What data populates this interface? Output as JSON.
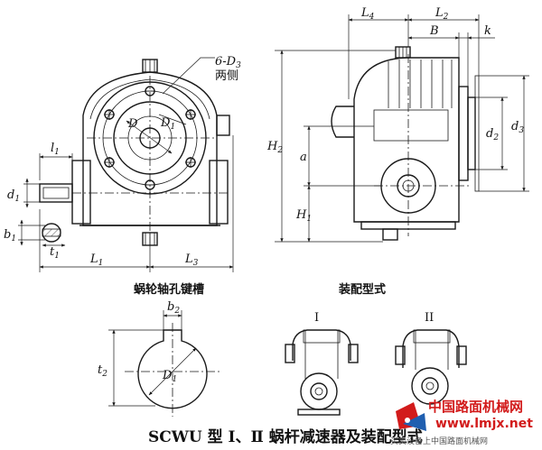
{
  "labels": {
    "six_d3": "6-D",
    "six_d3_sub": "3",
    "both_sides": "两侧",
    "D": "D",
    "D1": "D",
    "D1_sub": "1",
    "l1": "l",
    "l1_sub": "1",
    "d1": "d",
    "d1_sub": "1",
    "b1": "b",
    "b1_sub": "1",
    "t1": "t",
    "t1_sub": "1",
    "L1": "L",
    "L1_sub": "1",
    "L3": "L",
    "L3_sub": "3",
    "L4": "L",
    "L4_sub": "4",
    "L2": "L",
    "L2_sub": "2",
    "B": "B",
    "k": "k",
    "H2": "H",
    "H2_sub": "2",
    "a": "a",
    "H1": "H",
    "H1_sub": "1",
    "d2": "d",
    "d2_sub": "2",
    "d3": "d",
    "d3_sub": "3",
    "b2": "b",
    "b2_sub": "2",
    "t2": "t",
    "t2_sub": "2",
    "D1_hole": "D",
    "D1_hole_sub": "1",
    "roman_1": "I",
    "roman_2": "II"
  },
  "headings": {
    "keyway": "蜗轮轴孔键槽",
    "assembly": "装配型式"
  },
  "caption": "SCWU 型 Ⅰ、Ⅱ 蜗杆减速器及装配型式",
  "watermark": {
    "title": "中国路面机械网",
    "url": "www.lmjx.net",
    "tagline": "买卖设备上中国路面机械网",
    "brand_color": "#d21b1b"
  }
}
